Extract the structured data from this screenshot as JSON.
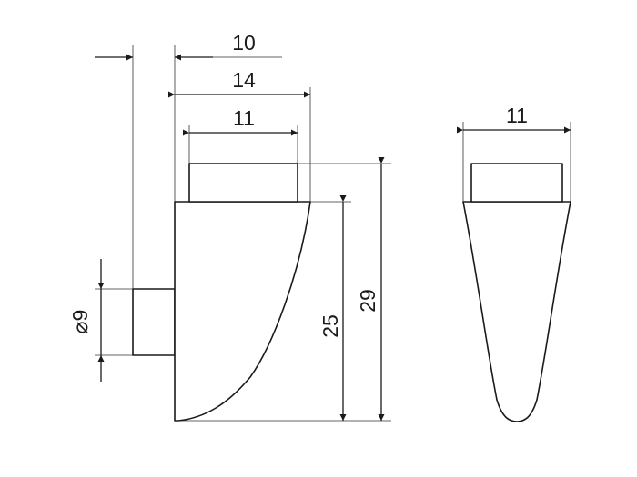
{
  "drawing": {
    "views": [
      "side-view",
      "front-view"
    ],
    "dimensions": {
      "width_10": "10",
      "width_14": "14",
      "width_11_top": "11",
      "diameter_9": "⌀9",
      "height_25": "25",
      "height_29": "29",
      "width_11_front": "11"
    }
  },
  "colors": {
    "line": "#1a1a1a",
    "background": "#ffffff"
  }
}
